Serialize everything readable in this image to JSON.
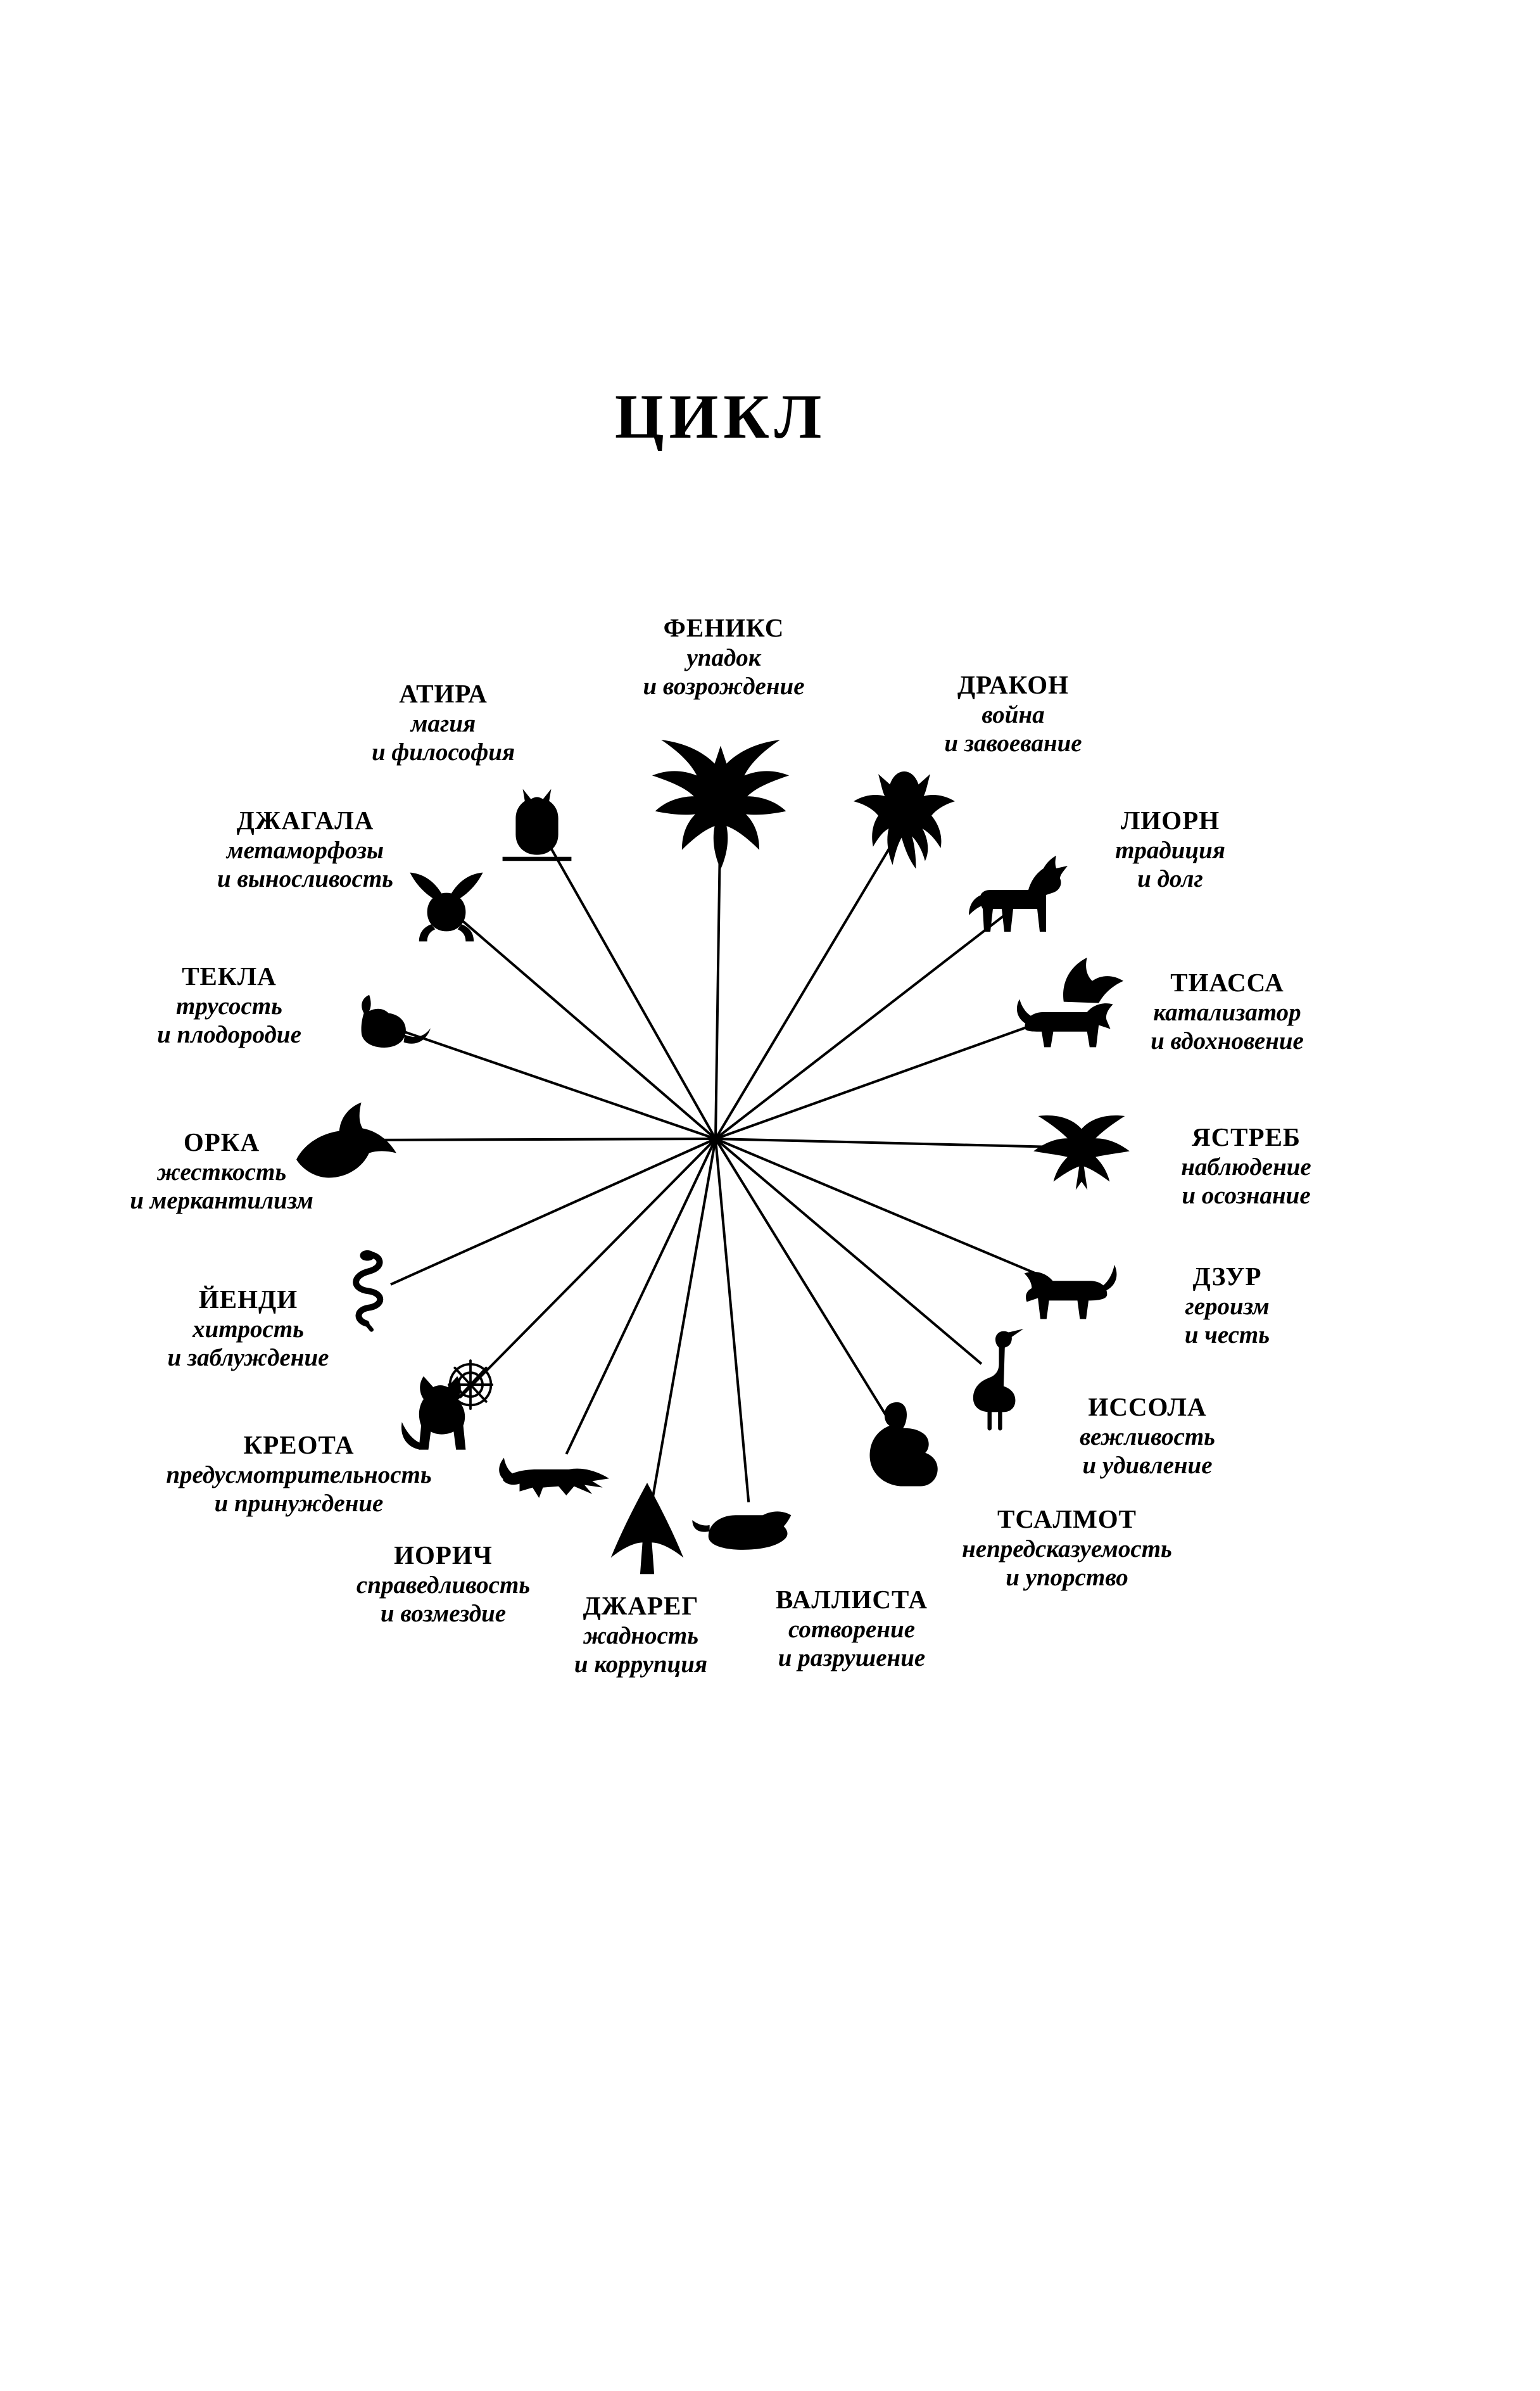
{
  "title": "ЦИКЛ",
  "houses": [
    {
      "key": "phoenix",
      "name": "ФЕНИКС",
      "trait_line1": "упадок",
      "trait_line2": "и возрождение",
      "icon": "phoenix-icon"
    },
    {
      "key": "dragon",
      "name": "ДРАКОН",
      "trait_line1": "война",
      "trait_line2": "и завоевание",
      "icon": "dragon-icon"
    },
    {
      "key": "lyorn",
      "name": "ЛИОРН",
      "trait_line1": "традиция",
      "trait_line2": "и долг",
      "icon": "lyorn-icon"
    },
    {
      "key": "tiassa",
      "name": "ТИАССА",
      "trait_line1": "катализатор",
      "trait_line2": "и вдохновение",
      "icon": "tiassa-icon"
    },
    {
      "key": "hawk",
      "name": "ЯСТРЕБ",
      "trait_line1": "наблюдение",
      "trait_line2": "и осознание",
      "icon": "hawk-icon"
    },
    {
      "key": "dzur",
      "name": "ДЗУР",
      "trait_line1": "героизм",
      "trait_line2": "и честь",
      "icon": "dzur-icon"
    },
    {
      "key": "issola",
      "name": "ИССОЛА",
      "trait_line1": "вежливость",
      "trait_line2": "и удивление",
      "icon": "issola-icon"
    },
    {
      "key": "tsalmoth",
      "name": "ТСАЛМОТ",
      "trait_line1": "непредсказуемость",
      "trait_line2": "и упорство",
      "icon": "tsalmoth-icon"
    },
    {
      "key": "vallista",
      "name": "ВАЛЛИСТА",
      "trait_line1": "сотворение",
      "trait_line2": "и разрушение",
      "icon": "vallista-icon"
    },
    {
      "key": "jhereg",
      "name": "ДЖАРЕГ",
      "trait_line1": "жадность",
      "trait_line2": "и коррупция",
      "icon": "jhereg-icon"
    },
    {
      "key": "iorich",
      "name": "ИОРИЧ",
      "trait_line1": "справедливость",
      "trait_line2": "и возмездие",
      "icon": "iorich-icon"
    },
    {
      "key": "chreotha",
      "name": "КРЕОТА",
      "trait_line1": "предусмотрительность",
      "trait_line2": "и принуждение",
      "icon": "chreotha-icon"
    },
    {
      "key": "yendi",
      "name": "ЙЕНДИ",
      "trait_line1": "хитрость",
      "trait_line2": "и заблуждение",
      "icon": "yendi-icon"
    },
    {
      "key": "orca",
      "name": "ОРКА",
      "trait_line1": "жесткость",
      "trait_line2": "и меркантилизм",
      "icon": "orca-icon"
    },
    {
      "key": "teckla",
      "name": "ТЕКЛА",
      "trait_line1": "трусость",
      "trait_line2": "и плодородие",
      "icon": "teckla-icon"
    },
    {
      "key": "jhegaala",
      "name": "ДЖАГАЛА",
      "trait_line1": "метаморфозы",
      "trait_line2": "и выносливость",
      "icon": "jhegaala-icon"
    },
    {
      "key": "athyra",
      "name": "АТИРА",
      "trait_line1": "магия",
      "trait_line2": "и философия",
      "icon": "athyra-icon"
    }
  ]
}
